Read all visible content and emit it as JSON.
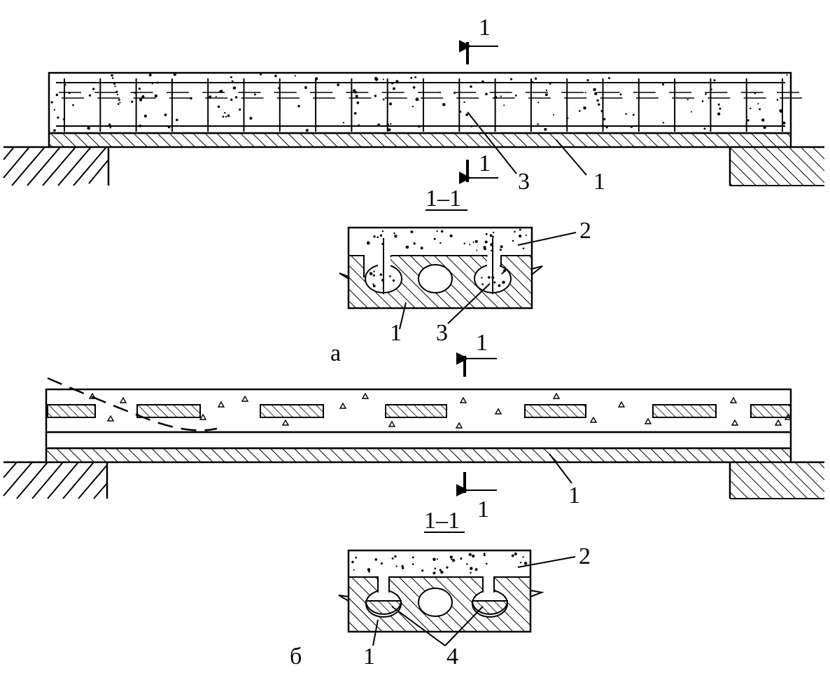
{
  "figure_a": {
    "section_mark_top": "1",
    "section_mark_bottom": "1",
    "section_title": "1–1",
    "caption": "а",
    "callouts": {
      "elev_3": "3",
      "elev_1": "1",
      "sec_2": "2",
      "sec_1": "1",
      "sec_3": "3"
    }
  },
  "figure_b": {
    "section_mark_top": "1",
    "section_mark_bottom": "1",
    "section_title": "1–1",
    "caption": "б",
    "callouts": {
      "elev_1": "1",
      "sec_2": "2",
      "sec_1": "1",
      "sec_4": "4"
    }
  },
  "colors": {
    "ink": "#000000",
    "paper": "#ffffff"
  }
}
